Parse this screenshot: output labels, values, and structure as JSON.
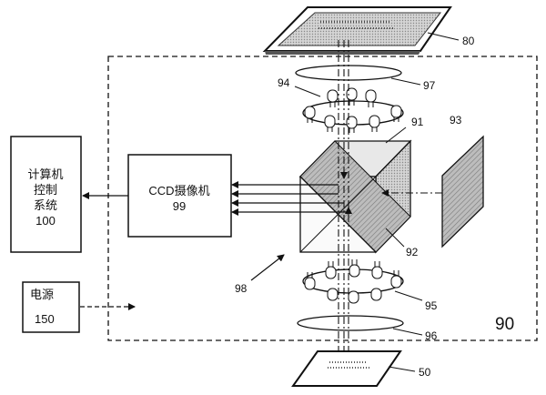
{
  "diagram": {
    "labels": {
      "computer_line1": "计算机",
      "computer_line2": "控制",
      "computer_line3": "系统",
      "computer_num": "100",
      "ccd_line1": "CCD摄像机",
      "ccd_num": "99",
      "power_name": "电源",
      "power_num": "150",
      "ref_80": "80",
      "ref_97": "97",
      "ref_94": "94",
      "ref_91": "91",
      "ref_93": "93",
      "ref_92": "92",
      "ref_98": "98",
      "ref_95": "95",
      "ref_96": "96",
      "ref_90": "90",
      "ref_50": "50"
    }
  }
}
